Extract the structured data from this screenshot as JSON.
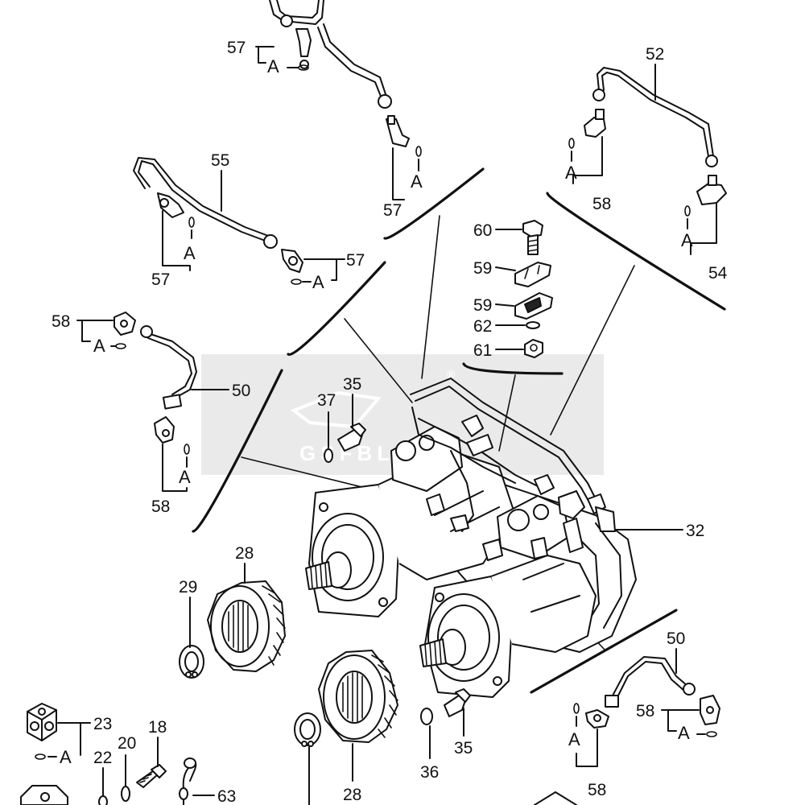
{
  "callouts": {
    "c57a": "57",
    "sub57a": "A",
    "c57b": "57",
    "c55": "55",
    "c57c": "57",
    "c57d": "57",
    "sub57d": "A",
    "c52": "52",
    "c58a": "58",
    "c54": "54",
    "c60": "60",
    "c59a": "59",
    "c59b": "59",
    "c62": "62",
    "c61": "61",
    "c58b": "58",
    "sub58b": "A",
    "c50a": "50",
    "c58c": "58",
    "c37": "37",
    "c35a": "35",
    "c32": "32",
    "c28a": "28",
    "c29": "29",
    "c50b": "50",
    "c58d": "58",
    "sub58d": "A",
    "c58e": "58",
    "c23": "23",
    "sub23": "A",
    "c18": "18",
    "c20": "20",
    "c22": "22",
    "c63": "63",
    "c35b": "35",
    "c36": "36",
    "c28b": "28",
    "subA1": "A",
    "subA2": "A",
    "subA3": "A",
    "subA4": "A",
    "subA5": "A",
    "subA6": "A"
  },
  "watermark": {
    "text": "GSFBLAST",
    "mark": "®"
  }
}
